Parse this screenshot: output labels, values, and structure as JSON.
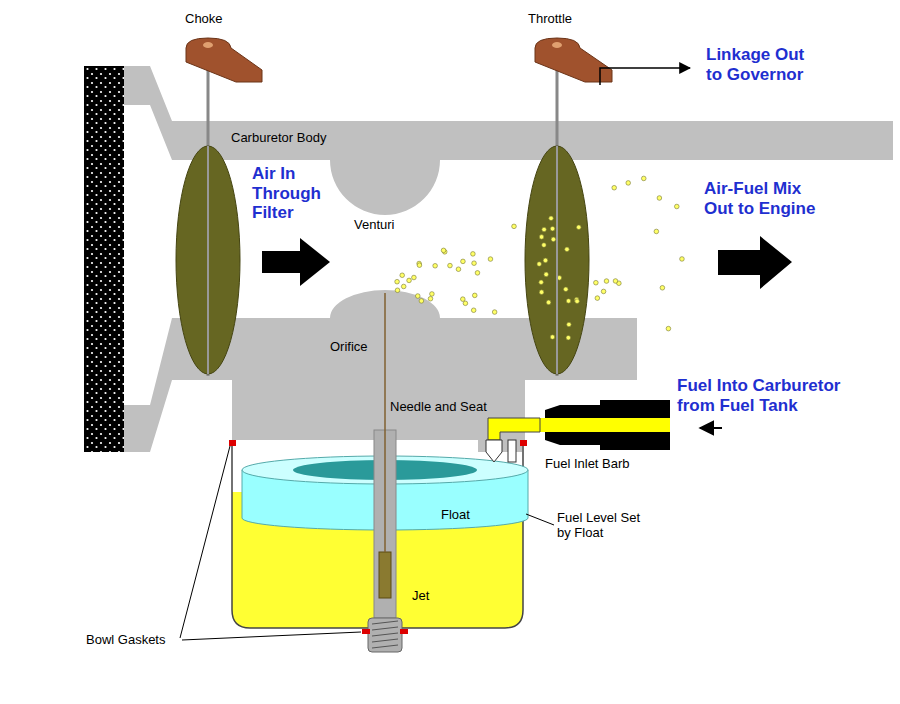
{
  "diagram": {
    "labels": [
      "Choke",
      "Throttle",
      "Linkage Out to Governor",
      "Carburetor Body",
      "Air In Through Filter",
      "Venturi",
      "Air-Fuel Mix Out to Engine",
      "Orifice",
      "Needle and Seat",
      "Fuel Into Carburetor from Fuel Tank",
      "Fuel Inlet Barb",
      "Float",
      "Fuel Level Set by Float",
      "Jet",
      "Bowl Gaskets"
    ]
  }
}
